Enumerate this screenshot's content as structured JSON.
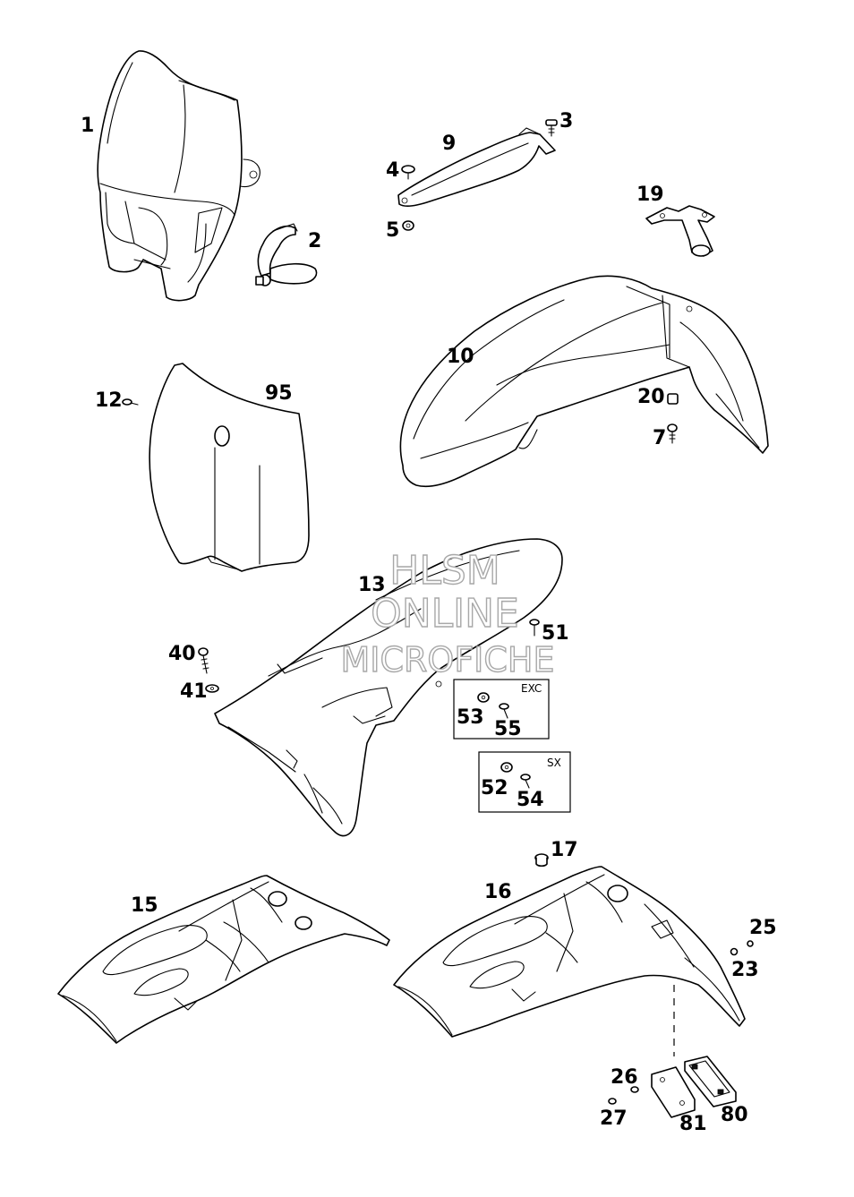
{
  "callouts": {
    "c1": "1",
    "c2": "2",
    "c3": "3",
    "c4": "4",
    "c5": "5",
    "c9": "9",
    "c19": "19",
    "c10": "10",
    "c12": "12",
    "c95": "95",
    "c20": "20",
    "c7": "7",
    "c13": "13",
    "c51": "51",
    "c40": "40",
    "c41": "41",
    "c53": "53",
    "c55": "55",
    "c52": "52",
    "c54": "54",
    "c17": "17",
    "c15": "15",
    "c16": "16",
    "c25": "25",
    "c23": "23",
    "c26": "26",
    "c27": "27",
    "c81": "81",
    "c80": "80"
  },
  "variant_boxes": {
    "exc_label": "EXC",
    "sx_label": "SX"
  },
  "watermark": {
    "line1": "HLSM",
    "line2": "ONLINE",
    "line3": "MICROFICHE"
  }
}
